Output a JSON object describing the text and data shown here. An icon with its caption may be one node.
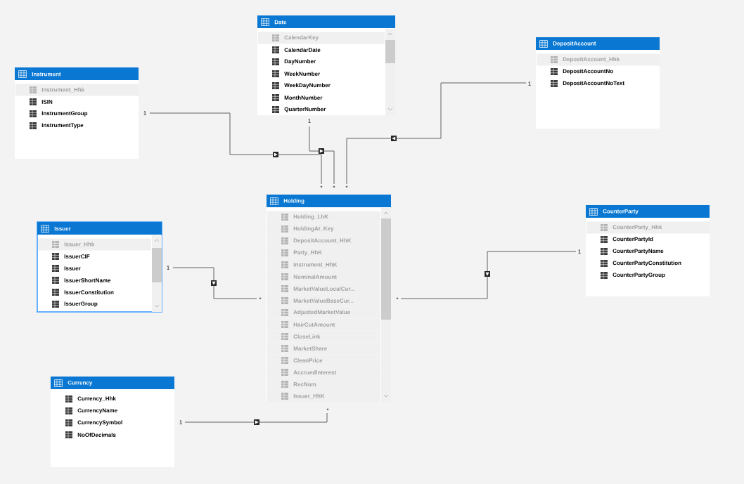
{
  "diagram": {
    "nodes": [
      {
        "text": [
          "Date",
          "CalendarKey",
          "CalendarDate",
          "DayNumber",
          "WeekNumber",
          "WeekDayNumber",
          "MonthNumber",
          "QuarterNumber"
        ]
      },
      {
        "text": [
          "DepositAccount",
          "DepositAccount_Hhk",
          "DepositAccountNo",
          "DepositAccountNoText"
        ]
      },
      {
        "text": [
          "Instrument",
          "Instrument_Hhk",
          "ISIN",
          "InstrumentGroup",
          "InstrumentType"
        ]
      },
      {
        "text": [
          "Holding",
          "Holding_LhK",
          "HoldingAt_Key",
          "DepositAccount_HhK",
          "Party_HhK",
          "Instrument_HhK",
          "NominalAmount",
          "MarketValueLocalCur...",
          "MarketValueBaseCur...",
          "AdjustedMarketValue",
          "HairCutAmount",
          "CloseLink",
          "MarketShare",
          "CleanPrice",
          "AccruedInterest",
          "RecNum",
          "Issuer_HhK"
        ]
      },
      {
        "text": [
          "Issuer",
          "Issuer_Hhk",
          "IssuerCIF",
          "Issuer",
          "IssuerShortName",
          "IssuerConstitution",
          "IssuerGroup"
        ]
      },
      {
        "text": [
          "CounterParty",
          "CounterParty_Hhk",
          "CounterPartyId",
          "CounterPartyName",
          "CounterPartyConstitution",
          "CounterPartyGroup"
        ]
      },
      {
        "text": [
          "Currency",
          "Currency_Hhk",
          "CurrencyName",
          "CurrencySymbol",
          "NoOfDecimals"
        ]
      }
    ],
    "edges": [
      {
        "from": 2,
        "to": 3,
        "arrow": "to"
      },
      {
        "from": 0,
        "to": 3,
        "arrow": "to"
      },
      {
        "from": 1,
        "to": 3,
        "arrow": "to"
      },
      {
        "from": 4,
        "to": 3,
        "arrow": "to"
      },
      {
        "from": 5,
        "to": 3,
        "arrow": "to"
      },
      {
        "from": 6,
        "to": 3,
        "arrow": "to"
      }
    ],
    "labels": [
      "1",
      "1",
      "1",
      "*",
      "*",
      "*",
      "1",
      "1",
      "*",
      "*",
      "*",
      "1"
    ]
  }
}
